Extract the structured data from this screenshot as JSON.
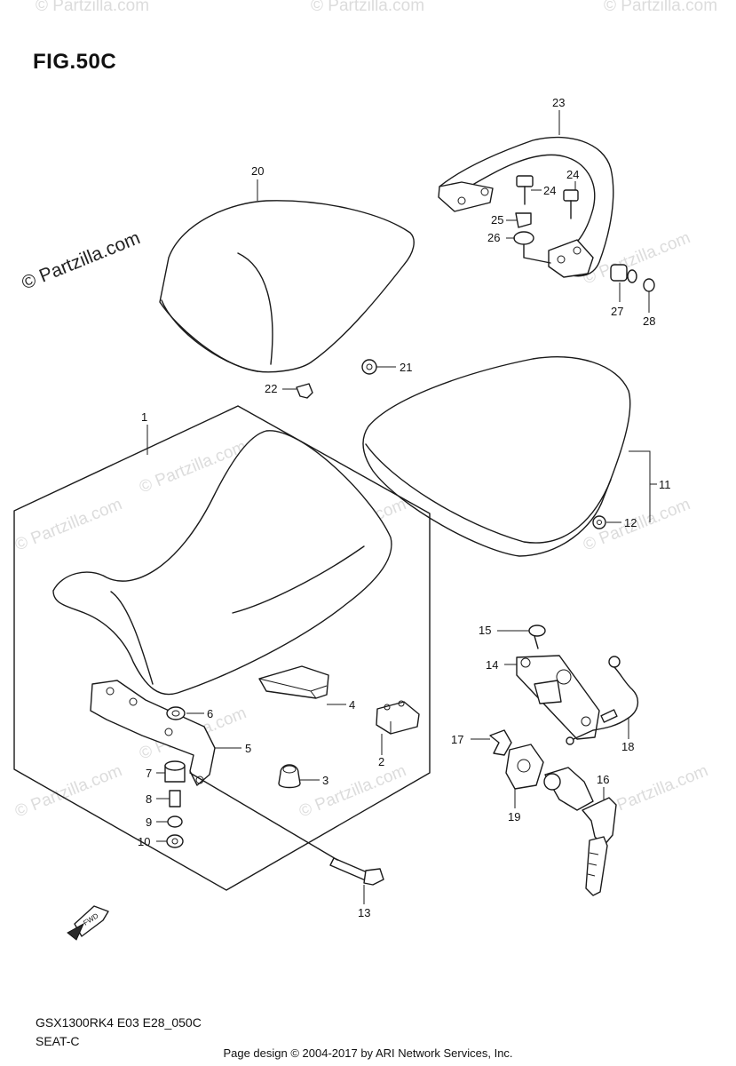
{
  "figure": {
    "title": "FIG.50C",
    "code": "GSX1300RK4 E03 E28_050C",
    "subtitle": "SEAT-C"
  },
  "footer": {
    "credit": "Page design © 2004-2017 by ARI Network Services, Inc."
  },
  "watermark": {
    "main": "© Partzilla.com",
    "repeat": "© Partzilla.com"
  },
  "direction": {
    "label": "FWD"
  },
  "callouts": {
    "c1": "1",
    "c2": "2",
    "c3": "3",
    "c4": "4",
    "c5": "5",
    "c6": "6",
    "c7": "7",
    "c8": "8",
    "c9": "9",
    "c10": "10",
    "c11": "11",
    "c12": "12",
    "c13": "13",
    "c14": "14",
    "c15": "15",
    "c16": "16",
    "c17": "17",
    "c18": "18",
    "c19": "19",
    "c20": "20",
    "c21": "21",
    "c22": "22",
    "c23": "23",
    "c24a": "24",
    "c24b": "24",
    "c25": "25",
    "c26": "26",
    "c27": "27",
    "c28": "28"
  }
}
